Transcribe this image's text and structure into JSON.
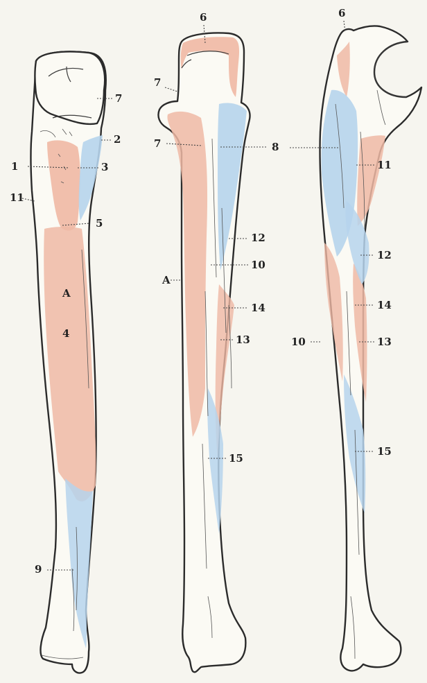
{
  "colors": {
    "red_muscle_attachment": "#efb8a4",
    "blue_muscle_attachment": "#b6d4ec",
    "bone_fill": "#fbfaf4",
    "ink": "#2b2b2b",
    "paper": "#f6f5ef"
  },
  "figures": [
    {
      "labels": [
        {
          "id": "l7",
          "text": "7"
        },
        {
          "id": "l2",
          "text": "2"
        },
        {
          "id": "l1",
          "text": "1"
        },
        {
          "id": "l3",
          "text": "3"
        },
        {
          "id": "l11",
          "text": "11"
        },
        {
          "id": "l5",
          "text": "5"
        },
        {
          "id": "lA",
          "text": "A"
        },
        {
          "id": "l4",
          "text": "4"
        },
        {
          "id": "l9",
          "text": "9"
        }
      ]
    },
    {
      "labels": [
        {
          "id": "l6",
          "text": "6"
        },
        {
          "id": "l7a",
          "text": "7"
        },
        {
          "id": "l7b",
          "text": "7"
        },
        {
          "id": "l8",
          "text": "8"
        },
        {
          "id": "l12",
          "text": "12"
        },
        {
          "id": "l10",
          "text": "10"
        },
        {
          "id": "lA4",
          "text": "A"
        },
        {
          "id": "l14",
          "text": "14"
        },
        {
          "id": "l13",
          "text": "13"
        },
        {
          "id": "l15",
          "text": "15"
        }
      ]
    },
    {
      "labels": [
        {
          "id": "l6",
          "text": "6"
        },
        {
          "id": "l11",
          "text": "11"
        },
        {
          "id": "l12",
          "text": "12"
        },
        {
          "id": "l14",
          "text": "14"
        },
        {
          "id": "l10",
          "text": "10"
        },
        {
          "id": "l13",
          "text": "13"
        },
        {
          "id": "l15",
          "text": "15"
        }
      ]
    }
  ]
}
